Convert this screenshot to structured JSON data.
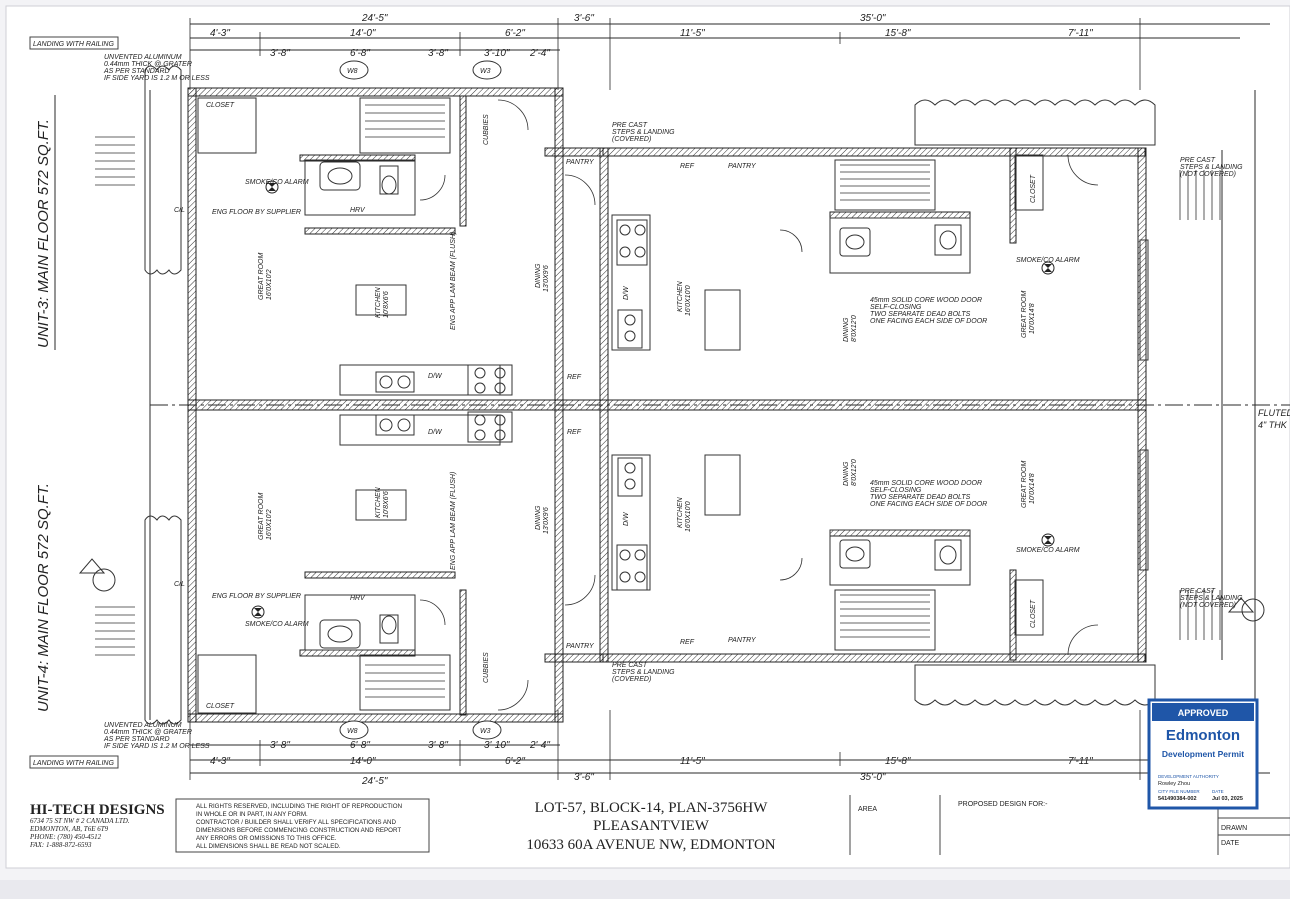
{
  "overall_dims": {
    "top_left": "24'-5\"",
    "top_mid": "3'-6\"",
    "top_right": "35'-0\"",
    "bot_left": "24'-5\"",
    "bot_mid": "3'-6\"",
    "bot_right": "35'-0\""
  },
  "sub_dims": {
    "top": [
      "4'-3\"",
      "14'-0\"",
      "6'-2\"",
      "11'-5\"",
      "15'-8\"",
      "7'-11\""
    ],
    "top2": [
      "3'-8\"",
      "6'-8\"",
      "3'-8\"",
      "3'-10\"",
      "2'-4\""
    ],
    "bot": [
      "4'-3\"",
      "14'-0\"",
      "6'-2\"",
      "11'-5\"",
      "15'-8\"",
      "7'-11\""
    ],
    "bot2": [
      "3'-8\"",
      "6'-8\"",
      "3'-8\"",
      "3'-10\"",
      "2'-4\""
    ]
  },
  "units": {
    "upper_label": "UNIT-3: MAIN FLOOR 572 SQ.FT.",
    "lower_label": "UNIT-4: MAIN FLOOR 572 SQ.FT."
  },
  "notes": {
    "landing_top": "LANDING WITH RAILING",
    "landing_bot": "LANDING WITH RAILING",
    "grate_top": [
      "UNVENTED ALUMINUM",
      "0.44mm THICK @ GRATER",
      "AS PER STANDARD",
      "IF SIDE YARD IS 1.2 M OR LESS"
    ],
    "grate_bot": [
      "UNVENTED ALUMINUM",
      "0.44mm THICK @ GRATER",
      "AS PER STANDARD",
      "IF SIDE YARD IS 1.2 M OR LESS"
    ],
    "precast_top": [
      "PRE CAST",
      "STEPS & LANDING",
      "(COVERED)"
    ],
    "precast_bot": [
      "PRE CAST",
      "STEPS & LANDING",
      "(COVERED)"
    ],
    "precast_right_top": [
      "PRE CAST",
      "STEPS & LANDING",
      "(NOT COVERED)"
    ],
    "precast_right_bot": [
      "PRE CAST",
      "STEPS & LANDING",
      "(NOT COVERED)"
    ],
    "door_note": [
      "45mm SOLID CORE WOOD DOOR",
      "SELF-CLOSING",
      "TWO SEPARATE DEAD BOLTS",
      "ONE FACING EACH SIDE OF DOOR"
    ],
    "fluted": "FLUTED",
    "thk": "4\" THK"
  },
  "rooms": {
    "great_room_l": [
      "GREAT ROOM",
      "16'0X10'2"
    ],
    "kitchen_l": [
      "KITCHEN",
      "10'8X6'6"
    ],
    "dining_l": [
      "DINING",
      "13'0X9'6"
    ],
    "kitchen_r": [
      "KITCHEN",
      "16'0X10'0"
    ],
    "dining_r": [
      "DINING",
      "8'0X12'0"
    ],
    "great_room_r": [
      "GREAT ROOM",
      "10'0X14'8"
    ],
    "closet": "CLOSET",
    "pantry": "PANTRY",
    "cubbies": "CUBBIES",
    "ref": "REF",
    "dw": "D/W",
    "hrv": "HRV",
    "smoke": "SMOKE/CO ALARM",
    "eng_floor": "ENG FLOOR BY SUPPLIER",
    "eng_beam": "ENG APP LAM BEAM (FLUSH)",
    "cl": "C/L",
    "w8": "W8",
    "w3": "W3"
  },
  "titleblock": {
    "company": "HI-TECH DESIGNS",
    "company_lines": [
      "6734 75 ST NW # 2   CANADA LTD.",
      "EDMONTON, AB, T6E 6T9",
      "PHONE: (780) 450-4512",
      "FAX: 1-888-872-6593"
    ],
    "rights": [
      "ALL RIGHTS RESERVED, INCLUDING THE RIGHT OF REPRODUCTION",
      "IN WHOLE OR IN PART, IN ANY FORM.",
      "CONTRACTOR / BUILDER SHALL VERIFY ALL SPECIFICATIONS AND",
      "DIMENSIONS BEFORE COMMENCING CONSTRUCTION AND REPORT",
      "ANY ERRORS OR OMISSIONS TO THIS OFFICE.",
      "ALL DIMENSIONS SHALL BE READ NOT SCALED."
    ],
    "lot": "LOT-57, BLOCK-14, PLAN-3756HW",
    "area_name": "PLEASANTVIEW",
    "address": "10633 60A AVENUE NW, EDMONTON",
    "area_label": "AREA",
    "proposed": "PROPOSED DESIGN FOR:-",
    "drawn": "DRAWN",
    "date": "DATE"
  },
  "stamp": {
    "approved": "APPROVED",
    "city": "Edmonton",
    "permit": "Development Permit",
    "authority_label": "DEVELOPMENT AUTHORITY",
    "authority_name": "Rowley Zhou",
    "file_label": "CITY FILE NUMBER",
    "file_no": "541490384-002",
    "date_label": "DATE",
    "date": "Jul 03, 2025"
  },
  "colors": {
    "line": "#2a2a2a",
    "stamp": "#1f56a8",
    "paper": "#ffffff",
    "bg": "#f3f3f6"
  }
}
